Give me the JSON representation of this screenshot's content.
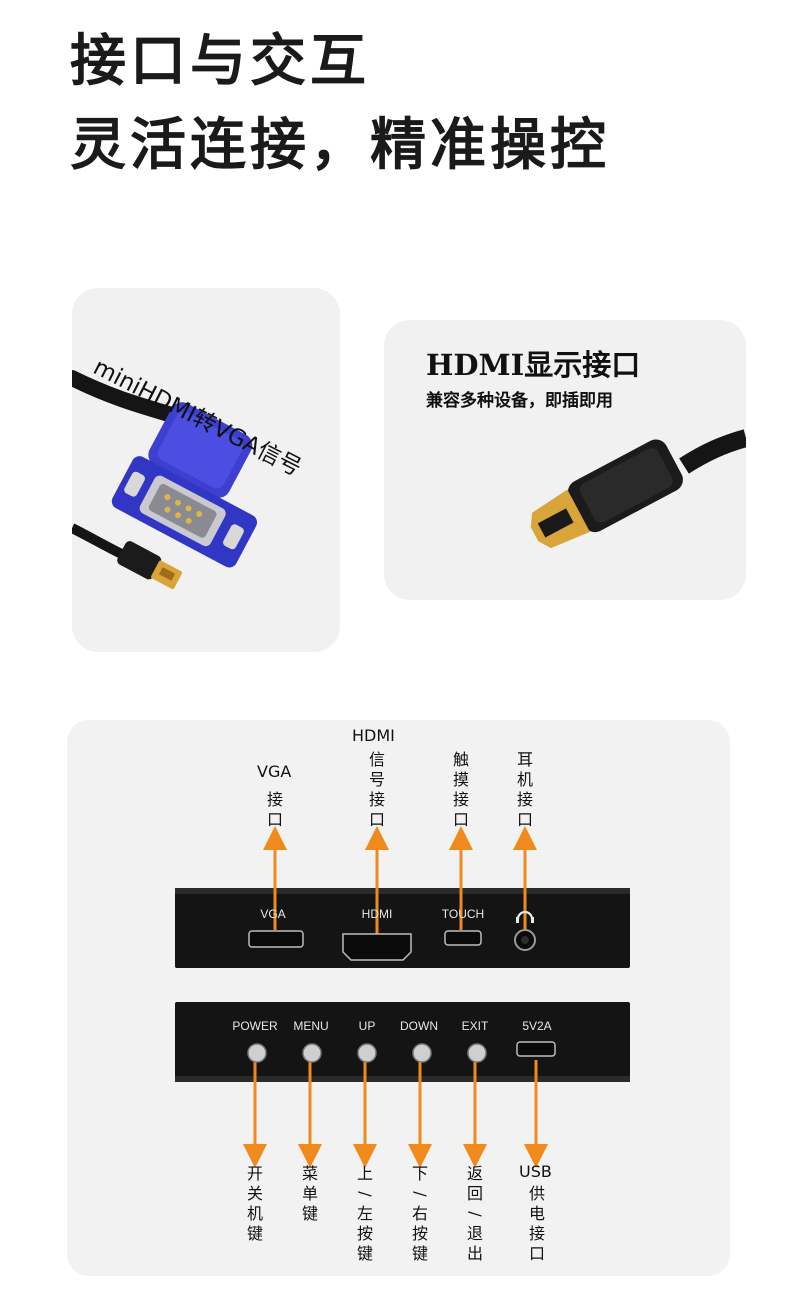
{
  "headline": {
    "line1": "接口与交互",
    "line2": "灵活连接，精准操控"
  },
  "vga_card": {
    "label": "miniHDMI转VGA信号"
  },
  "hdmi_card": {
    "title": "HDMI显示接口",
    "subtitle": "兼容多种设备，即插即用"
  },
  "top_ports": {
    "vga": {
      "callout_head": "VGA",
      "callout_body": "接口",
      "panel_label": "VGA"
    },
    "hdmi": {
      "callout_head": "HDMI",
      "callout_body": "信号接口",
      "panel_label": "HDMI"
    },
    "touch": {
      "callout_body": "触摸接口",
      "panel_label": "TOUCH"
    },
    "earphone": {
      "callout_body": "耳机接口",
      "panel_icon": "headphone-icon"
    }
  },
  "bottom_ports": {
    "power": {
      "panel_label": "POWER",
      "callout": "开关机键"
    },
    "menu": {
      "panel_label": "MENU",
      "callout": "菜单键"
    },
    "up": {
      "panel_label": "UP",
      "callout": "上/左按键"
    },
    "down": {
      "panel_label": "DOWN",
      "callout": "下/右按键"
    },
    "exit": {
      "panel_label": "EXIT",
      "callout": "返回/退出"
    },
    "usb": {
      "panel_label": "5V2A",
      "callout_head": "USB",
      "callout": "供电接口"
    }
  },
  "colors": {
    "arrow": "#f08a1c",
    "panel": "#141414",
    "card_bg": "#f1f1f1",
    "connector_blue": "#3d3fd0",
    "gold": "#d9a43a"
  }
}
